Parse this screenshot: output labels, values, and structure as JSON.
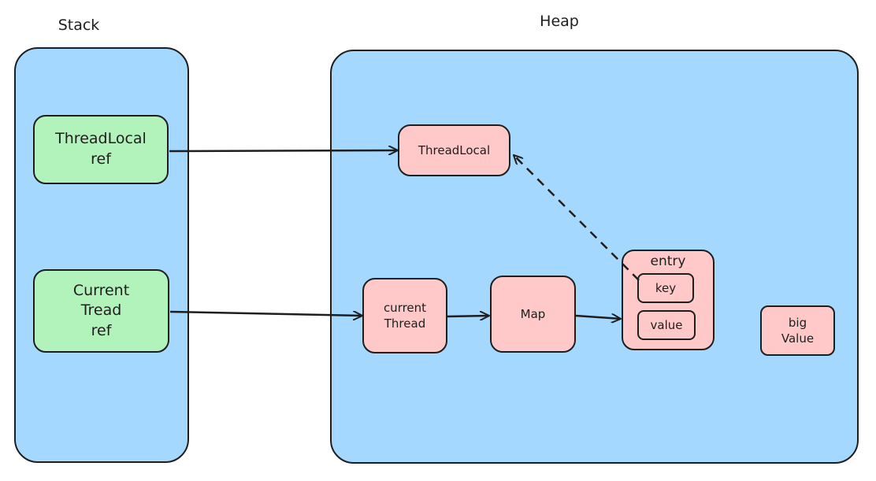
{
  "regions": {
    "stack": {
      "title": "Stack",
      "color": "#a5d8ff"
    },
    "heap": {
      "title": "Heap",
      "color": "#a5d8ff"
    }
  },
  "stack_nodes": {
    "threadlocal_ref": {
      "label": "ThreadLocal\nref",
      "color": "#b2f2bb"
    },
    "current_thread_ref": {
      "label": "Current\nTread\nref",
      "color": "#b2f2bb"
    }
  },
  "heap_nodes": {
    "threadlocal": {
      "label": "ThreadLocal",
      "color": "#ffc9c9"
    },
    "current_thread": {
      "label": "current\nThread",
      "color": "#ffc9c9"
    },
    "map": {
      "label": "Map",
      "color": "#ffc9c9"
    },
    "entry": {
      "label": "entry",
      "color": "#ffc9c9"
    },
    "key": {
      "label": "key"
    },
    "value": {
      "label": "value"
    },
    "big_value": {
      "label": "big\nValue",
      "color": "#ffc9c9"
    }
  },
  "edges": [
    {
      "from": "ThreadLocal ref",
      "to": "ThreadLocal",
      "style": "solid"
    },
    {
      "from": "Current Tread ref",
      "to": "current Thread",
      "style": "solid"
    },
    {
      "from": "current Thread",
      "to": "Map",
      "style": "solid"
    },
    {
      "from": "Map",
      "to": "entry",
      "style": "solid"
    },
    {
      "from": "key",
      "to": "ThreadLocal",
      "style": "dashed"
    }
  ]
}
